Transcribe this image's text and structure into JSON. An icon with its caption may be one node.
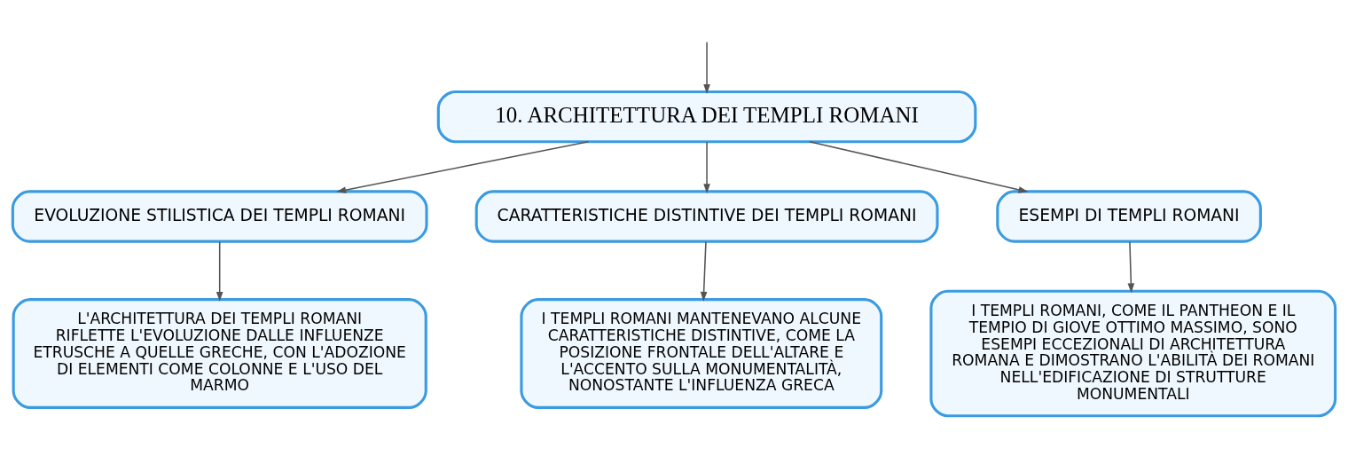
{
  "diagram": {
    "nodes": [
      {
        "text": [
          "10. ARCHITETTURA DEI TEMPLI ROMANI"
        ]
      },
      {
        "text": [
          "EVOLUZIONE STILISTICA DEI TEMPLI ROMANI"
        ]
      },
      {
        "text": [
          "CARATTERISTICHE DISTINTIVE DEI TEMPLI ROMANI"
        ]
      },
      {
        "text": [
          "ESEMPI DI TEMPLI ROMANI"
        ]
      },
      {
        "text": [
          "L'ARCHITETTURA DEI TEMPLI ROMANI RIFLETTE L'EVOLUZIONE DALLE INFLUENZE ETRUSCHE A QUELLE GRECHE, CON L'ADOZIONE DI ELEMENTI COME COLONNE E L'USO DEL MARMO"
        ]
      },
      {
        "text": [
          "I TEMPLI ROMANI MANTENEVANO ALCUNE CARATTERISTICHE DISTINTIVE, COME LA POSIZIONE FRONTALE DELL'ALTARE E L'ACCENTO SULLA MONUMENTALITÀ, NONOSTANTE L'INFLUENZA GRECA"
        ]
      },
      {
        "text": [
          "I TEMPLI ROMANI, COME IL PANTHEON E IL TEMPIO DI GIOVE OTTIMO MASSIMO, SONO ESEMPI ECCEZIONALI DI ARCHITETTURA ROMANA E DIMOSTRANO L'ABILITÀ DEI ROMANI NELL'EDIFICAZIONE DI STRUTTURE MONUMENTALI"
        ]
      }
    ],
    "edges": [
      {
        "from": null,
        "to": 0,
        "arrow": "to"
      },
      {
        "from": 0,
        "to": 1,
        "arrow": "to"
      },
      {
        "from": 0,
        "to": 2,
        "arrow": "to"
      },
      {
        "from": 0,
        "to": 3,
        "arrow": "to"
      },
      {
        "from": 1,
        "to": 4,
        "arrow": "to"
      },
      {
        "from": 2,
        "to": 5,
        "arrow": "to"
      },
      {
        "from": 3,
        "to": 6,
        "arrow": "to"
      }
    ]
  }
}
